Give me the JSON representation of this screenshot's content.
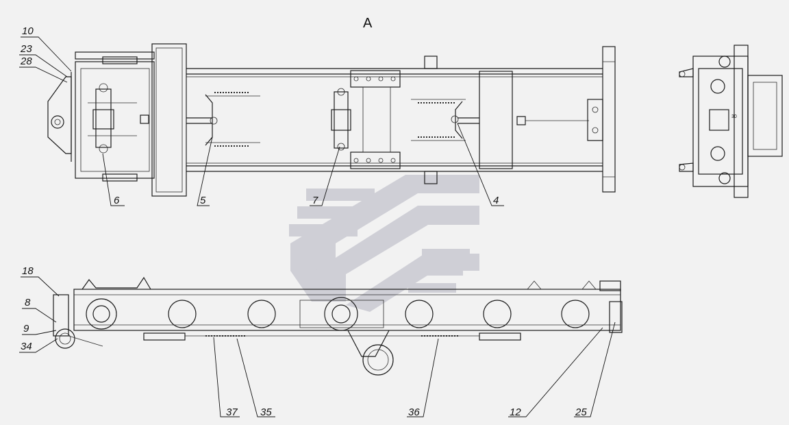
{
  "view_title": "А",
  "colors": {
    "background": "#f2f2f2",
    "line": "#1a1a1a",
    "watermark": "#c9c9d2"
  },
  "top_view": {
    "callouts": [
      {
        "id": "c10",
        "text": "10"
      },
      {
        "id": "c23",
        "text": "23"
      },
      {
        "id": "c28",
        "text": "28"
      },
      {
        "id": "c6",
        "text": "6"
      },
      {
        "id": "c5",
        "text": "5"
      },
      {
        "id": "c7",
        "text": "7"
      },
      {
        "id": "c4",
        "text": "4"
      }
    ]
  },
  "side_view": {
    "callouts": [
      {
        "id": "c18",
        "text": "18"
      },
      {
        "id": "c8",
        "text": "8"
      },
      {
        "id": "c9",
        "text": "9"
      },
      {
        "id": "c34",
        "text": "34"
      },
      {
        "id": "c37",
        "text": "37"
      },
      {
        "id": "c35",
        "text": "35"
      },
      {
        "id": "c36",
        "text": "36"
      },
      {
        "id": "c12",
        "text": "12"
      },
      {
        "id": "c25",
        "text": "25"
      }
    ]
  },
  "end_view": {
    "label": "30"
  }
}
